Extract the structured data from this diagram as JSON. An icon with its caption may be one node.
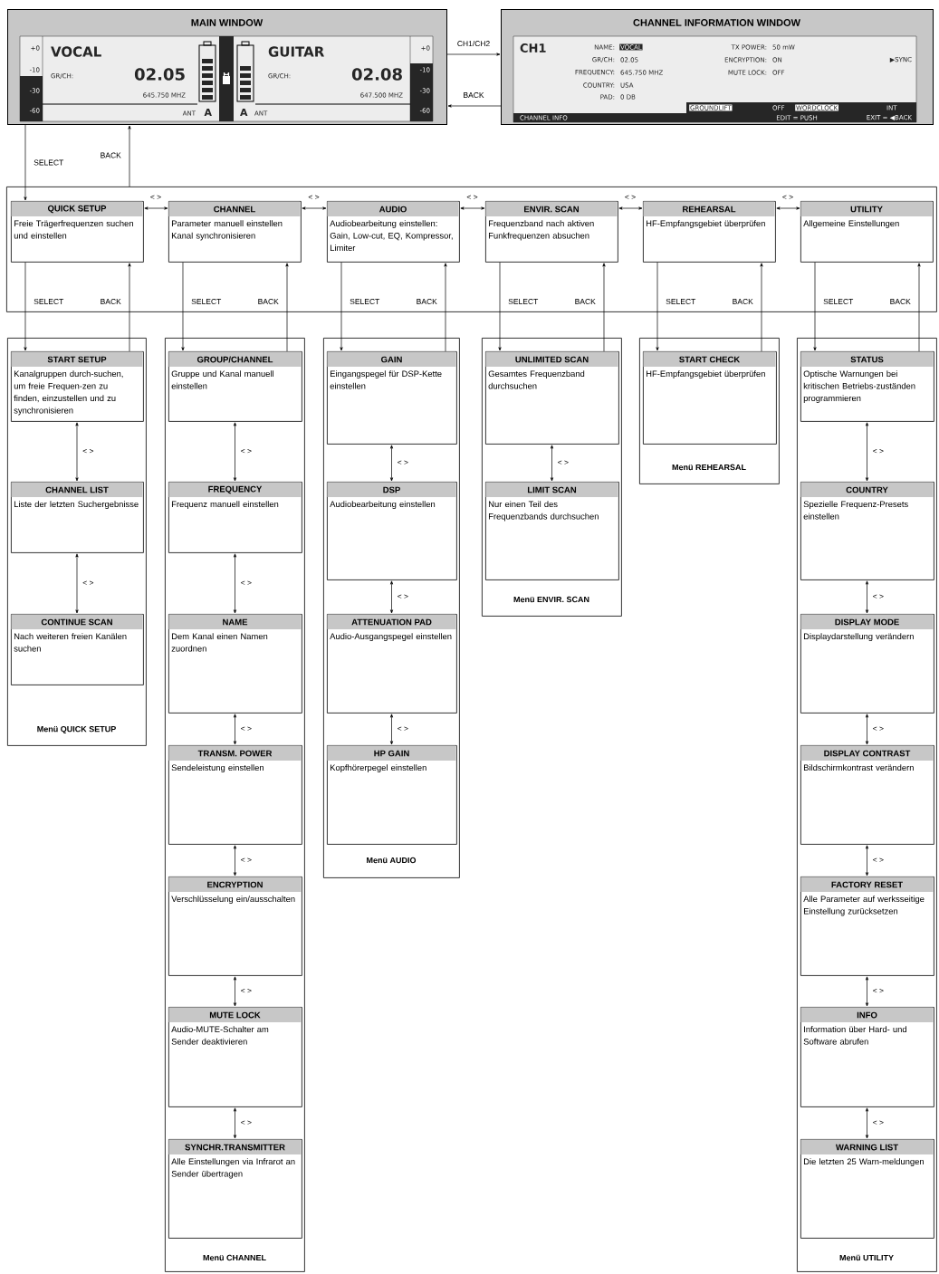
{
  "diagram": {
    "nodes": [
      {
        "text": [
          "MAIN WINDOW",
          "+0",
          "VOCAL",
          "GUITAR",
          "+0",
          "-10",
          "GR/CH:",
          "02.05",
          "GR/CH:",
          "02.08",
          "-10",
          "-30",
          "645.750 MHZ",
          "647.500 MHZ",
          "-30",
          "-60",
          "ANT",
          "A",
          "A",
          "ANT",
          "-60"
        ]
      },
      {
        "text": [
          "CHANNEL INFORMATION WINDOW",
          "CH1",
          "NAME:",
          "VOCAL",
          "TX POWER:",
          "50 mW",
          "GR/CH:",
          "02.05",
          "ENCRYPTION:",
          "ON",
          "▶SYNC",
          "FREQUENCY:",
          "645.750 MHZ",
          "MUTE LOCK:",
          "OFF",
          "COUNTRY:",
          "USA",
          "PAD:",
          "0 DB",
          "GROUNDLIFT",
          "OFF",
          "WORDCLOCK",
          "INT",
          "CHANNEL INFO",
          "EDIT = PUSH",
          "EXIT = ◀BACK"
        ]
      },
      {
        "text": [],
        "shape": "box"
      },
      {
        "text": [
          "QUICK SETUP",
          "Freie Trägerfrequenzen suchen und einstellen"
        ],
        "in": 2
      },
      {
        "text": [
          "CHANNEL",
          "Parameter manuell einstellen",
          "Kanal synchronisieren"
        ],
        "in": 2
      },
      {
        "text": [
          "AUDIO",
          "Audiobearbeitung einstellen: Gain, Low-cut, EQ, Kompressor, Limiter"
        ],
        "in": 2
      },
      {
        "text": [
          "ENVIR. SCAN",
          "Frequenzband nach aktiven Funkfrequenzen absuchen"
        ],
        "in": 2
      },
      {
        "text": [
          "REHEARSAL",
          "HF-Empfangsgebiet überprüfen"
        ],
        "in": 2
      },
      {
        "text": [
          "UTILITY",
          "Allgemeine Einstellungen"
        ],
        "in": 2
      },
      {
        "text": [
          "Menü QUICK SETUP"
        ]
      },
      {
        "text": [
          "START SETUP",
          "Kanalgruppen durch-suchen, um freie Frequen-zen zu finden, einzustellen und zu synchronisieren"
        ],
        "in": 9
      },
      {
        "text": [
          "CHANNEL LIST",
          "Liste der letzten Suchergebnisse"
        ],
        "in": 9
      },
      {
        "text": [
          "CONTINUE SCAN",
          "Nach weiteren freien Kanälen suchen"
        ],
        "in": 9
      },
      {
        "text": [
          "Menü CHANNEL"
        ]
      },
      {
        "text": [
          "GROUP/CHANNEL",
          "Gruppe und Kanal manuell einstellen"
        ],
        "in": 13
      },
      {
        "text": [
          "FREQUENCY",
          "Frequenz manuell einstellen"
        ],
        "in": 13
      },
      {
        "text": [
          "NAME",
          "Dem Kanal einen Namen zuordnen"
        ],
        "in": 13
      },
      {
        "text": [
          "TRANSM. POWER",
          "Sendeleistung einstellen"
        ],
        "in": 13
      },
      {
        "text": [
          "ENCRYPTION",
          "Verschlüsselung ein/ausschalten"
        ],
        "in": 13
      },
      {
        "text": [
          "MUTE LOCK",
          "Audio-MUTE-Schalter am Sender deaktivieren"
        ],
        "in": 13
      },
      {
        "text": [
          "SYNCHR.TRANSMITTER",
          "Alle Einstellungen via Infrarot an Sender übertragen"
        ],
        "in": 13
      },
      {
        "text": [
          "Menü AUDIO"
        ]
      },
      {
        "text": [
          "GAIN",
          "Eingangspegel für DSP-Kette einstellen"
        ],
        "in": 21
      },
      {
        "text": [
          "DSP",
          "Audiobearbeitung einstellen"
        ],
        "in": 21
      },
      {
        "text": [
          "ATTENUATION PAD",
          "Audio-Ausgangspegel einstellen"
        ],
        "in": 21
      },
      {
        "text": [
          "HP GAIN",
          "Kopfhörerpegel einstellen"
        ],
        "in": 21
      },
      {
        "text": [
          "Menü ENVIR. SCAN"
        ]
      },
      {
        "text": [
          "UNLIMITED SCAN",
          "Gesamtes Frequenzband durchsuchen"
        ],
        "in": 26
      },
      {
        "text": [
          "LIMIT SCAN",
          "Nur einen Teil des Frequenzbands durchsuchen"
        ],
        "in": 26
      },
      {
        "text": [
          "Menü REHEARSAL"
        ]
      },
      {
        "text": [
          "START CHECK",
          "HF-Empfangsgebiet überprüfen"
        ],
        "in": 29
      },
      {
        "text": [
          "Menü UTILITY"
        ]
      },
      {
        "text": [
          "STATUS",
          "Optische Warnungen bei kritischen Betriebs-zuständen programmieren"
        ],
        "in": 31
      },
      {
        "text": [
          "COUNTRY",
          "Spezielle Frequenz-Presets einstellen"
        ],
        "in": 31
      },
      {
        "text": [
          "DISPLAY MODE",
          "Displaydarstellung verändern"
        ],
        "in": 31
      },
      {
        "text": [
          "DISPLAY CONTRAST",
          "Bildschirmkontrast verändern"
        ],
        "in": 31
      },
      {
        "text": [
          "FACTORY RESET",
          "Alle Parameter auf werksseitige Einstellung zurücksetzen"
        ],
        "in": 31
      },
      {
        "text": [
          "INFO",
          "Information über Hard- und Software abrufen"
        ],
        "in": 31
      },
      {
        "text": [
          "WARNING LIST",
          "Die letzten 25 Warn-meldungen"
        ],
        "in": 31
      }
    ],
    "edges": [
      {
        "from": 0,
        "to": 1,
        "arrow": "to",
        "label": "CH1/CH2"
      },
      {
        "from": 1,
        "to": 0,
        "arrow": "to",
        "label": "BACK"
      },
      {
        "from": 0,
        "to": 3,
        "arrow": "to",
        "label": "SELECT"
      },
      {
        "from": 2,
        "to": 0,
        "arrow": "to",
        "label": "BACK"
      },
      {
        "from": 3,
        "to": 4,
        "arrow": "both",
        "label": "< >"
      },
      {
        "from": 4,
        "to": 5,
        "arrow": "both",
        "label": "< >"
      },
      {
        "from": 5,
        "to": 6,
        "arrow": "both",
        "label": "< >"
      },
      {
        "from": 6,
        "to": 7,
        "arrow": "both",
        "label": "< >"
      },
      {
        "from": 7,
        "to": 8,
        "arrow": "both",
        "label": "< >"
      },
      {
        "from": 3,
        "to": 10,
        "arrow": "to",
        "label": "SELECT"
      },
      {
        "from": 10,
        "to": 3,
        "arrow": "to",
        "label": "BACK"
      },
      {
        "from": 10,
        "to": 11,
        "arrow": "both",
        "label": "< >"
      },
      {
        "from": 11,
        "to": 12,
        "arrow": "both",
        "label": "< >"
      },
      {
        "from": 4,
        "to": 14,
        "arrow": "to",
        "label": "SELECT"
      },
      {
        "from": 14,
        "to": 4,
        "arrow": "to",
        "label": "BACK"
      },
      {
        "from": 14,
        "to": 15,
        "arrow": "both",
        "label": "< >"
      },
      {
        "from": 15,
        "to": 16,
        "arrow": "both",
        "label": "< >"
      },
      {
        "from": 16,
        "to": 17,
        "arrow": "both",
        "label": "< >"
      },
      {
        "from": 17,
        "to": 18,
        "arrow": "both",
        "label": "< >"
      },
      {
        "from": 18,
        "to": 19,
        "arrow": "both",
        "label": "< >"
      },
      {
        "from": 19,
        "to": 20,
        "arrow": "both",
        "label": "< >"
      },
      {
        "from": 5,
        "to": 22,
        "arrow": "to",
        "label": "SELECT"
      },
      {
        "from": 22,
        "to": 5,
        "arrow": "to",
        "label": "BACK"
      },
      {
        "from": 22,
        "to": 23,
        "arrow": "both",
        "label": "< >"
      },
      {
        "from": 23,
        "to": 24,
        "arrow": "both",
        "label": "< >"
      },
      {
        "from": 24,
        "to": 25,
        "arrow": "both",
        "label": "< >"
      },
      {
        "from": 6,
        "to": 27,
        "arrow": "to",
        "label": "SELECT"
      },
      {
        "from": 27,
        "to": 6,
        "arrow": "to",
        "label": "BACK"
      },
      {
        "from": 27,
        "to": 28,
        "arrow": "both",
        "label": "< >"
      },
      {
        "from": 7,
        "to": 30,
        "arrow": "to",
        "label": "SELECT"
      },
      {
        "from": 30,
        "to": 7,
        "arrow": "to",
        "label": "BACK"
      },
      {
        "from": 8,
        "to": 32,
        "arrow": "to",
        "label": "SELECT"
      },
      {
        "from": 32,
        "to": 8,
        "arrow": "to",
        "label": "BACK"
      },
      {
        "from": 32,
        "to": 33,
        "arrow": "both",
        "label": "< >"
      },
      {
        "from": 33,
        "to": 34,
        "arrow": "both",
        "label": "< >"
      },
      {
        "from": 34,
        "to": 35,
        "arrow": "both",
        "label": "< >"
      },
      {
        "from": 35,
        "to": 36,
        "arrow": "both",
        "label": "< >"
      },
      {
        "from": 36,
        "to": 37,
        "arrow": "both",
        "label": "< >"
      },
      {
        "from": 37,
        "to": 38,
        "arrow": "both",
        "label": "< >"
      }
    ]
  }
}
